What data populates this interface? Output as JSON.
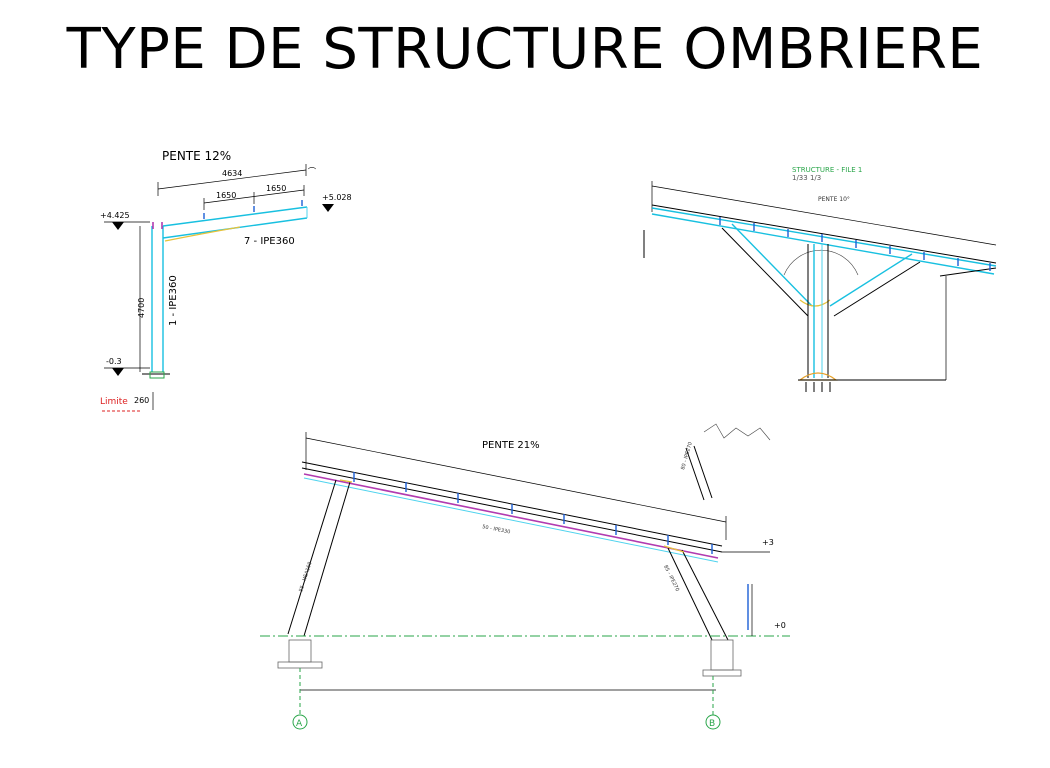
{
  "title": "TYPE DE STRUCTURE OMBRIERE",
  "drawing1": {
    "slope_label": "PENTE 12%",
    "dim_total": "4634",
    "dim_a": "1650",
    "dim_b": "1650",
    "level_top_left": "+4.425",
    "level_top_right": "+5.028",
    "level_bottom": "-0.3",
    "beam_label": "7 - IPE360",
    "column_label": "1 - IPE360",
    "height_dim": "4700",
    "limit_label": "Limite",
    "base_dim": "260"
  },
  "drawing2": {
    "caption_line1": "STRUCTURE - FILE 1",
    "caption_line2": "1/33 1/3",
    "slope_label": "PENTE 10°"
  },
  "drawing3": {
    "slope_label": "PENTE 21%",
    "level_top": "+3",
    "level_ground": "+0",
    "axis_a": "A",
    "axis_b": "B",
    "beam_tag": "50 - IPE330",
    "rear_column_tag": "55 - HEA160",
    "front_column_tag": "85 - IPE270",
    "detail_tag": "80 - IPE270"
  }
}
